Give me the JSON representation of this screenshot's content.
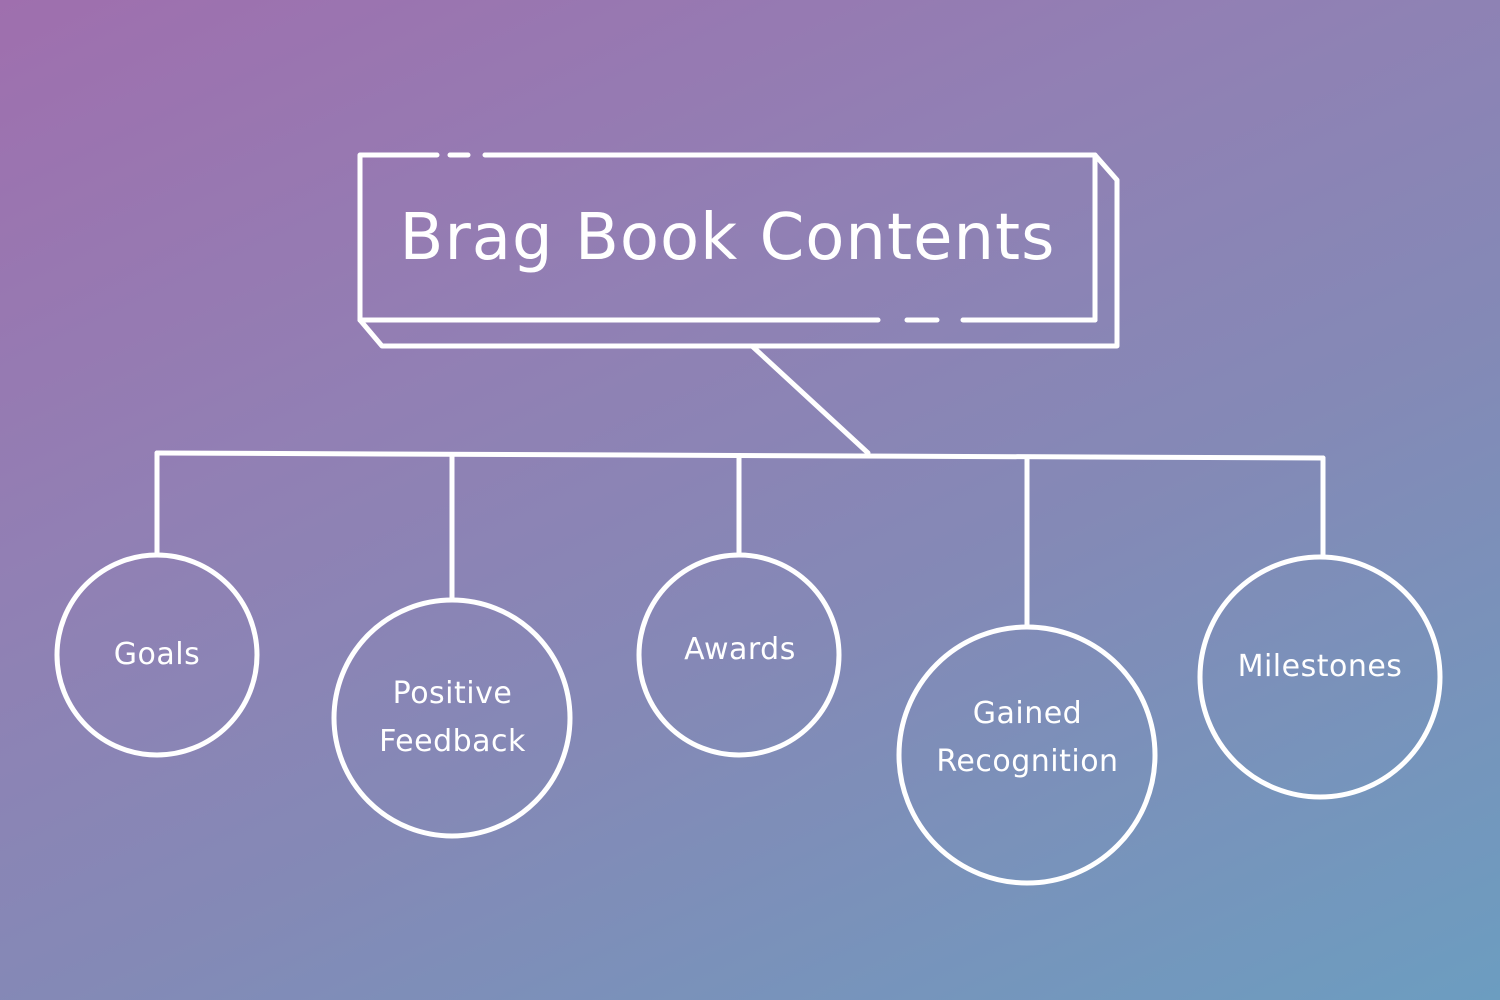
{
  "diagram": {
    "title": "Brag Book Contents",
    "nodes": [
      {
        "id": "goals",
        "lines": [
          "Goals"
        ]
      },
      {
        "id": "positive-feedback",
        "lines": [
          "Positive",
          "Feedback"
        ]
      },
      {
        "id": "awards",
        "lines": [
          "Awards"
        ]
      },
      {
        "id": "gained-recognition",
        "lines": [
          "Gained",
          "Recognition"
        ]
      },
      {
        "id": "milestones",
        "lines": [
          "Milestones"
        ]
      }
    ]
  },
  "colors": {
    "stroke": "#ffffff",
    "text": "#ffffff",
    "gradient_start": "#9f6fae",
    "gradient_end": "#6c9dc0"
  }
}
